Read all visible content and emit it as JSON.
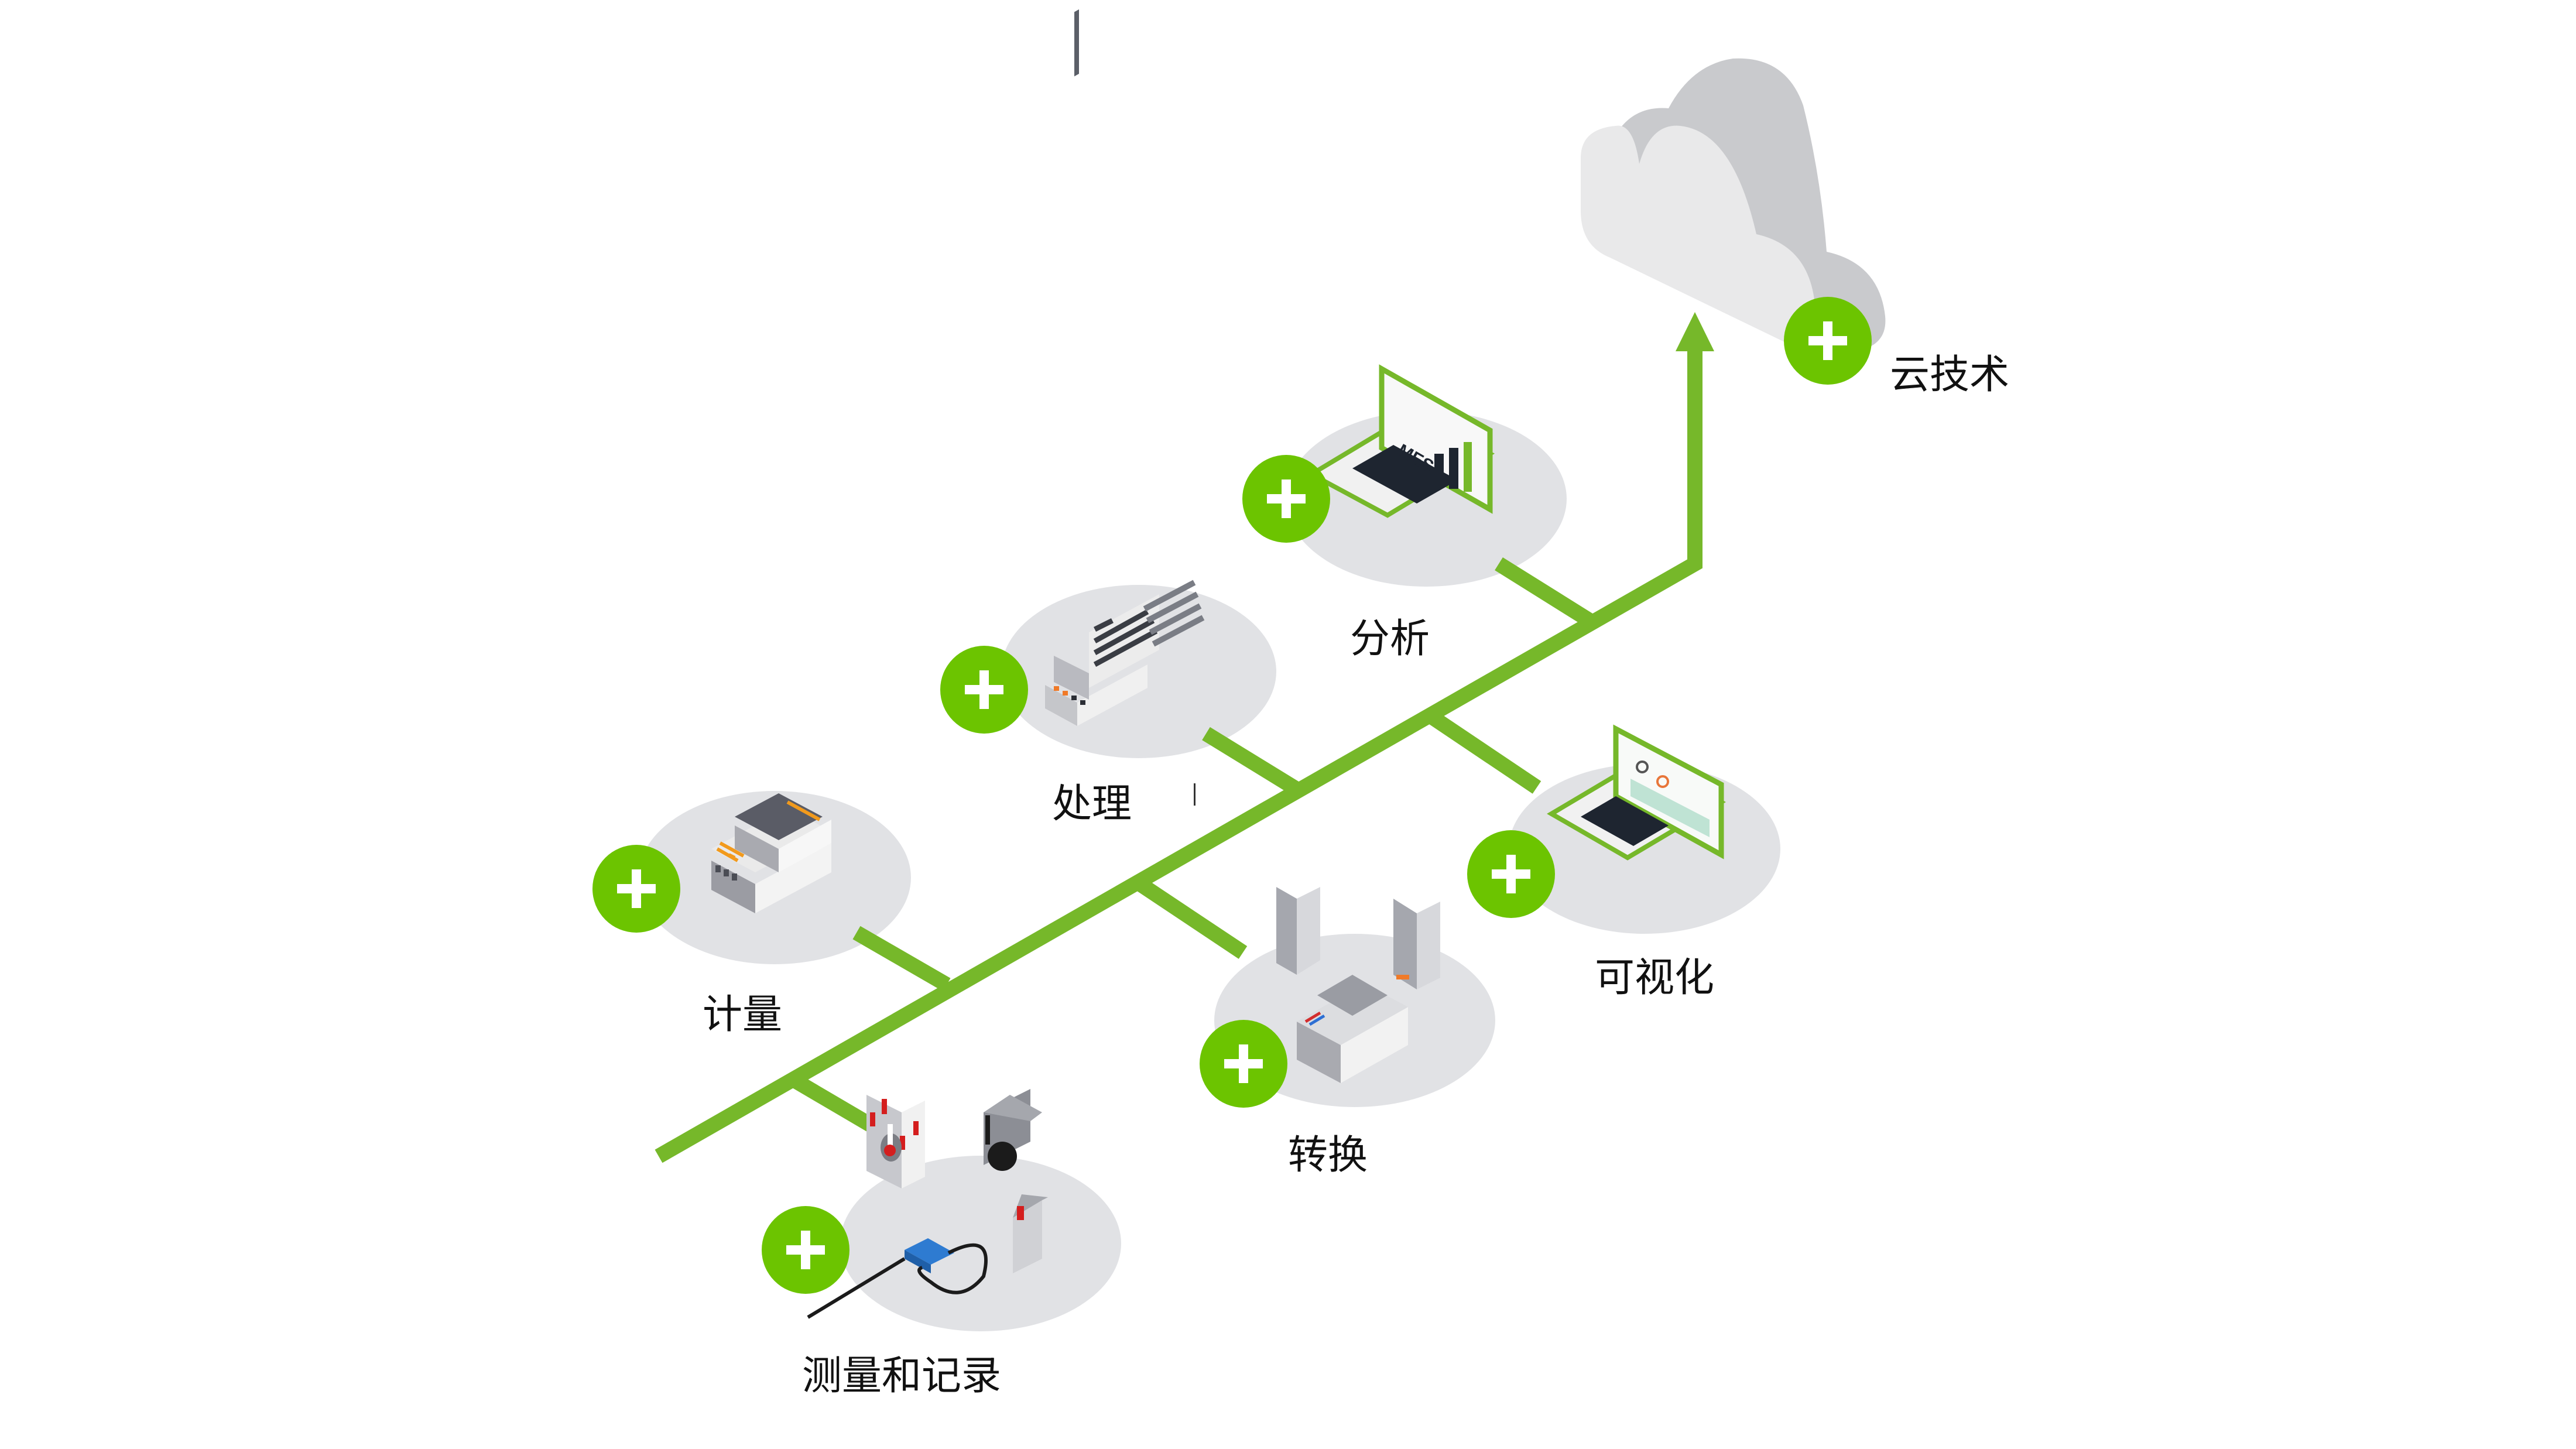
{
  "diagram": {
    "colors": {
      "trunk": "#76b82a",
      "badge": "#6cc400",
      "disc": "#e1e2e5",
      "cloud_front": "#e9e9ea",
      "cloud_side": "#c9cacd",
      "label": "#111111"
    },
    "nodes": [
      {
        "id": "measure-record",
        "label": "测量和记录",
        "icon": "sensors-icon"
      },
      {
        "id": "metering",
        "label": "计量",
        "icon": "energy-meter-icon"
      },
      {
        "id": "conversion",
        "label": "转换",
        "icon": "signal-converter-icon"
      },
      {
        "id": "processing",
        "label": "处理",
        "icon": "controller-icon"
      },
      {
        "id": "visualization",
        "label": "可视化",
        "icon": "dashboard-laptop-icon"
      },
      {
        "id": "analysis",
        "label": "分析",
        "icon": "mes-laptop-icon",
        "screen_text": "MES"
      },
      {
        "id": "cloud",
        "label": "云技术",
        "icon": "cloud-icon"
      }
    ],
    "badge_symbol": "plus-icon"
  }
}
